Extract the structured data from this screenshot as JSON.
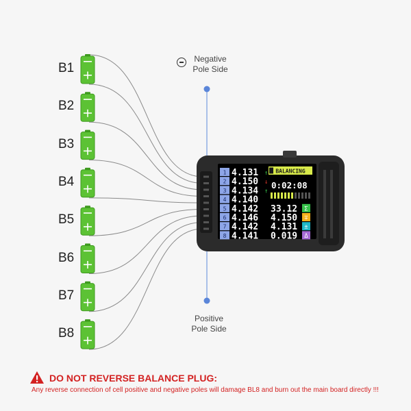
{
  "cells": [
    "B1",
    "B2",
    "B3",
    "B4",
    "B5",
    "B6",
    "B7",
    "B8"
  ],
  "negative_label": [
    "Negative",
    "Pole Side"
  ],
  "positive_label": [
    "Positive",
    "Pole Side"
  ],
  "device": {
    "status": "BALANCING",
    "timer": "0:02:08",
    "channels": [
      "1",
      "2",
      "3",
      "4",
      "5",
      "6",
      "7",
      "8"
    ],
    "voltages": [
      "4.131",
      "4.150",
      "4.134",
      "4.140",
      "4.142",
      "4.146",
      "4.142",
      "4.141"
    ],
    "arrows": [
      "↑",
      "↓",
      "↑",
      "",
      "",
      "",
      "",
      ""
    ],
    "stats": [
      {
        "value": "33.12",
        "icon": "Σ",
        "color": "#36c24a"
      },
      {
        "value": "4.150",
        "icon": "∓",
        "color": "#f5b21c"
      },
      {
        "value": "4.131",
        "icon": "±",
        "color": "#1fb8c8"
      },
      {
        "value": "0.019",
        "icon": "Δ",
        "color": "#a66bd6"
      }
    ]
  },
  "warning": {
    "title": "DO NOT REVERSE BALANCE PLUG:",
    "text": "Any reverse connection of cell positive and negative poles will damage BL8 and burn out the main board directly !!!"
  },
  "colors": {
    "battery": "#5cc234",
    "battery_dark": "#3e9a1f",
    "warning": "#d32222",
    "pole_dot": "#5b86d9"
  }
}
